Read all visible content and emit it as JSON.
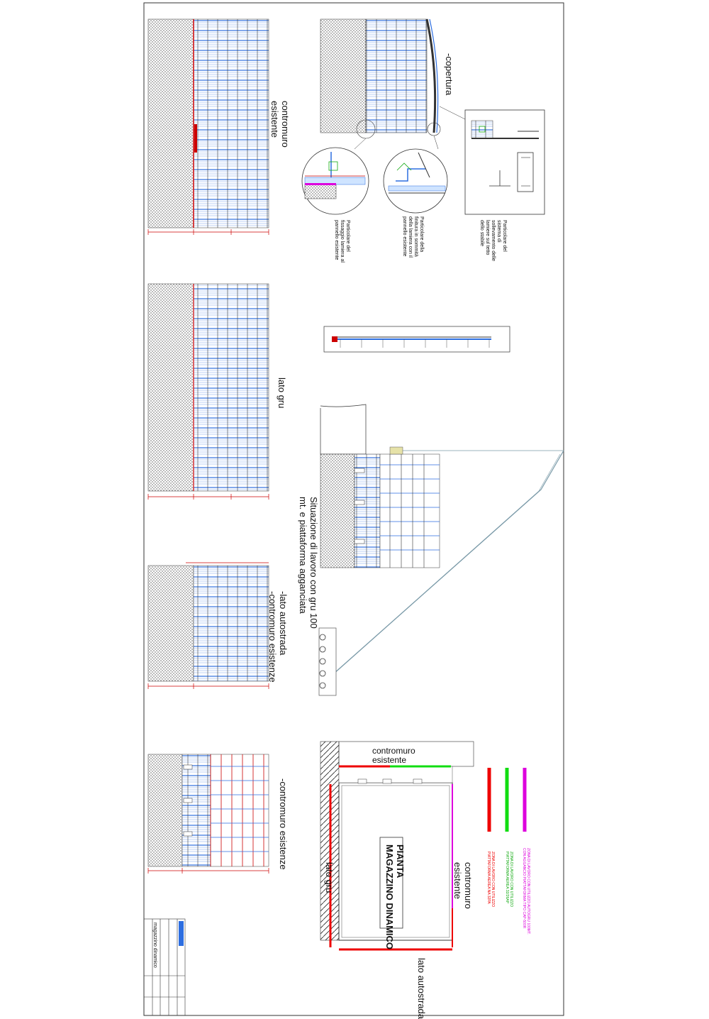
{
  "elevations": {
    "contromuro_esistente_top": "contromuro\nesistente",
    "lato_gru": "lato gru",
    "lato_autostrada": "-lato autostrada\n-contromuro esistenze",
    "contromuro_esistenze": "-contromuro esistenze"
  },
  "details": {
    "copertura": "-copertura",
    "particolare_fissaggio": "Particolare del\nfissaggio lamiera al\npannello esistente",
    "particolare_finitura": "Particolare della\nfinitura in sommità\ndella lamiera con il\npannello esistente",
    "particolare_sistema": "Particolare del\nsistema di\nsollevamento delle\nlamiere sul tetto\ndello stabile"
  },
  "crane": {
    "caption": "Situazione di lavoro con gru 100\nmt. e piattaforma agganciata"
  },
  "plan": {
    "title": "PIANTA\nMAGAZZINO DINAMICO",
    "contromuro_top": "contromuro\nesistente",
    "contromuro_right": "contromuro\nesistente",
    "lato_gru": "lato gru",
    "lato_autostrada": "lato autostrada"
  },
  "legend": [
    {
      "color": "#dd00dd",
      "text": "ZONA DI LAVORO CON UTILIZZO AUTOGRU 100MT. CON AGGANCIO PIATTAFORMA TIPO CAP-500R"
    },
    {
      "color": "#11dd11",
      "text": "ZONA DI LAVORO CON UTILIZZO PIATTAFORMA AEREA 32/26AP"
    },
    {
      "color": "#ee0000",
      "text": "ZONA DI LAVORO CON UTILIZZO PIATTAFORMA AEREA NA 32PA"
    }
  ],
  "title_block": {
    "drawing": "magazzino dinamico"
  }
}
